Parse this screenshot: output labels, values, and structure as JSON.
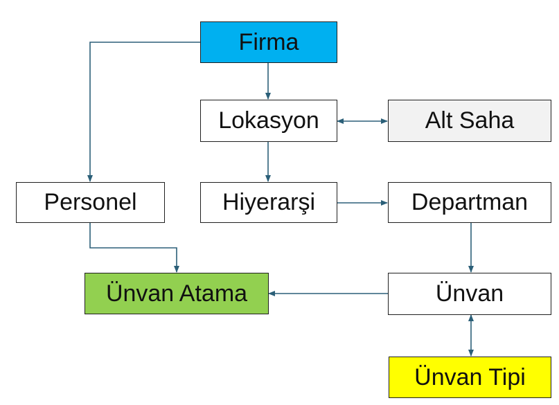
{
  "nodes": {
    "firma": {
      "label": "Firma",
      "fill": "#00b0f0"
    },
    "lokasyon": {
      "label": "Lokasyon",
      "fill": "#ffffff"
    },
    "alt_saha": {
      "label": "Alt Saha",
      "fill": "#f2f2f2"
    },
    "personel": {
      "label": "Personel",
      "fill": "#ffffff"
    },
    "hiyerarsi": {
      "label": "Hiyerarşi",
      "fill": "#ffffff"
    },
    "departman": {
      "label": "Departman",
      "fill": "#ffffff"
    },
    "unvan_atama": {
      "label": "Ünvan Atama",
      "fill": "#92d050"
    },
    "unvan": {
      "label": "Ünvan",
      "fill": "#ffffff"
    },
    "unvan_tipi": {
      "label": "Ünvan Tipi",
      "fill": "#ffff00"
    }
  },
  "edges": [
    {
      "from": "firma",
      "to": "lokasyon",
      "direction": "forward"
    },
    {
      "from": "firma",
      "to": "personel",
      "direction": "forward"
    },
    {
      "from": "lokasyon",
      "to": "alt_saha",
      "direction": "both"
    },
    {
      "from": "lokasyon",
      "to": "hiyerarsi",
      "direction": "forward"
    },
    {
      "from": "hiyerarsi",
      "to": "departman",
      "direction": "forward"
    },
    {
      "from": "personel",
      "to": "unvan_atama",
      "direction": "forward"
    },
    {
      "from": "departman",
      "to": "unvan",
      "direction": "forward"
    },
    {
      "from": "unvan",
      "to": "unvan_atama",
      "direction": "forward"
    },
    {
      "from": "unvan",
      "to": "unvan_tipi",
      "direction": "both"
    }
  ],
  "colors": {
    "connector": "#2b5f78",
    "border": "#1f1f1f",
    "text": "#111111"
  }
}
